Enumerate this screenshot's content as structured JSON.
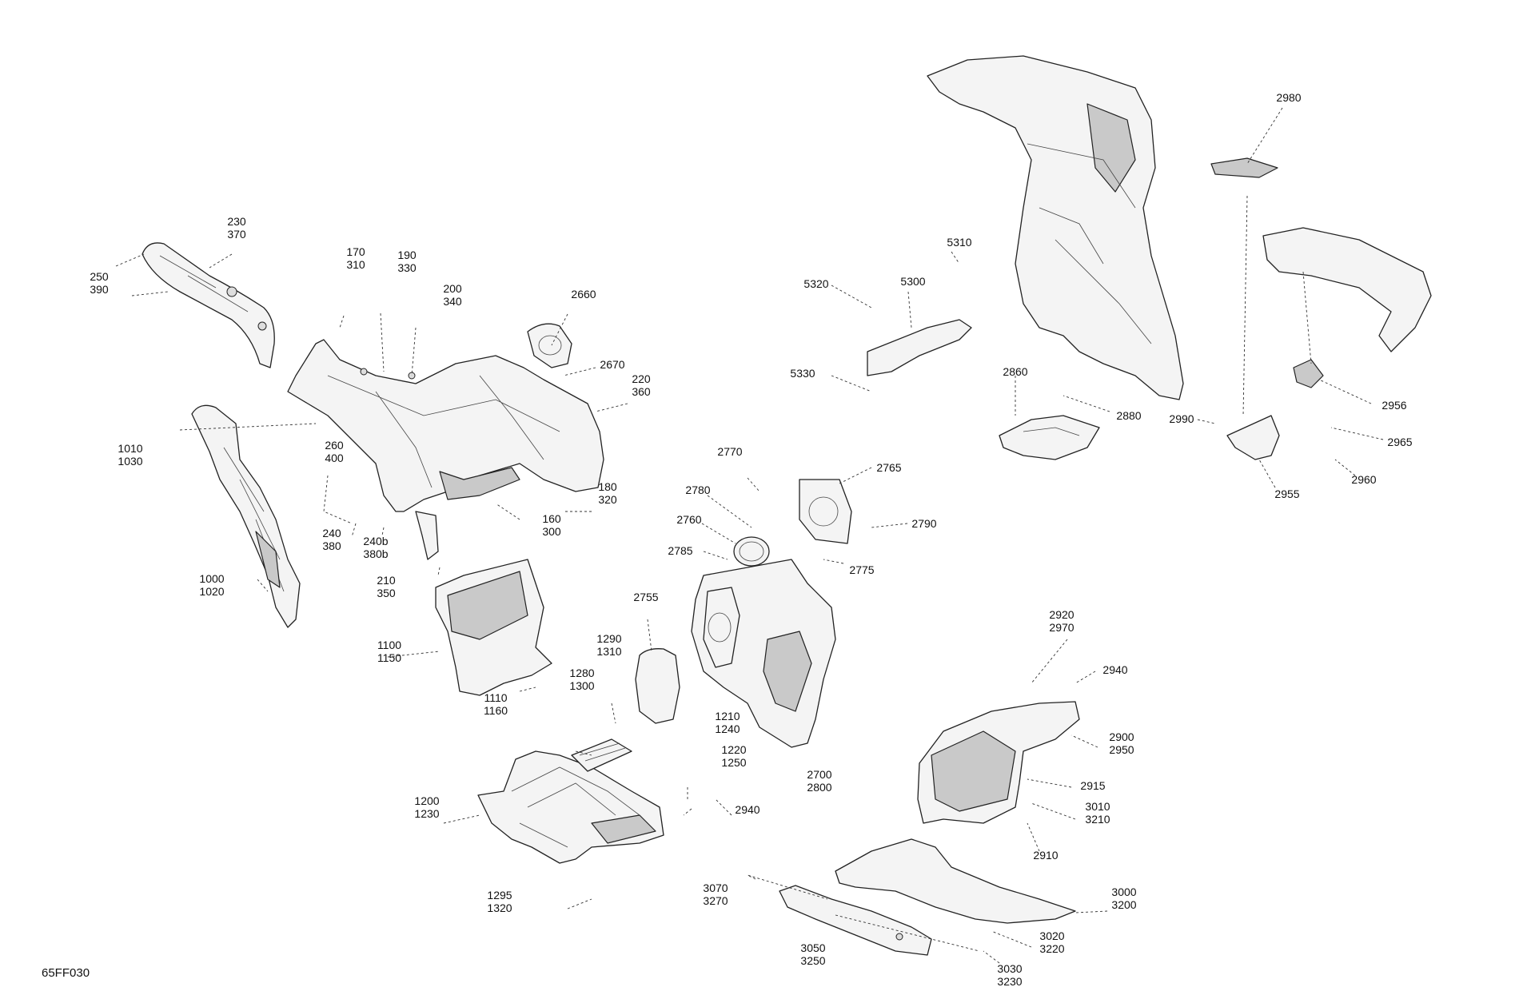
{
  "diagram": {
    "code": "65FF030",
    "labels": [
      {
        "id": "l-230-370",
        "lines": [
          "230",
          "370"
        ]
      },
      {
        "id": "l-250-390",
        "lines": [
          "250",
          "390"
        ]
      },
      {
        "id": "l-170-310",
        "lines": [
          "170",
          "310"
        ]
      },
      {
        "id": "l-190-330",
        "lines": [
          "190",
          "330"
        ]
      },
      {
        "id": "l-200-340",
        "lines": [
          "200",
          "340"
        ]
      },
      {
        "id": "l-2660",
        "lines": [
          "2660"
        ]
      },
      {
        "id": "l-2670",
        "lines": [
          "2670"
        ]
      },
      {
        "id": "l-220-360",
        "lines": [
          "220",
          "360"
        ]
      },
      {
        "id": "l-1010-1030",
        "lines": [
          "1010",
          "1030"
        ]
      },
      {
        "id": "l-260-400",
        "lines": [
          "260",
          "400"
        ]
      },
      {
        "id": "l-180-320",
        "lines": [
          "180",
          "320"
        ]
      },
      {
        "id": "l-160-300",
        "lines": [
          "160",
          "300"
        ]
      },
      {
        "id": "l-240-380",
        "lines": [
          "240",
          "380"
        ]
      },
      {
        "id": "l-240b-380b",
        "lines": [
          "240b",
          "380b"
        ]
      },
      {
        "id": "l-210-350",
        "lines": [
          "210",
          "350"
        ]
      },
      {
        "id": "l-1000-1020",
        "lines": [
          "1000",
          "1020"
        ]
      },
      {
        "id": "l-1100-1150",
        "lines": [
          "1100",
          "1150"
        ]
      },
      {
        "id": "l-1110-1160",
        "lines": [
          "1110",
          "1160"
        ]
      },
      {
        "id": "l-1290-1310",
        "lines": [
          "1290",
          "1310"
        ]
      },
      {
        "id": "l-1280-1300",
        "lines": [
          "1280",
          "1300"
        ]
      },
      {
        "id": "l-1210-1240",
        "lines": [
          "1210",
          "1240"
        ]
      },
      {
        "id": "l-1220-1250",
        "lines": [
          "1220",
          "1250"
        ]
      },
      {
        "id": "l-1200-1230",
        "lines": [
          "1200",
          "1230"
        ]
      },
      {
        "id": "l-2940a",
        "lines": [
          "2940"
        ]
      },
      {
        "id": "l-1295-1320",
        "lines": [
          "1295",
          "1320"
        ]
      },
      {
        "id": "l-2755",
        "lines": [
          "2755"
        ]
      },
      {
        "id": "l-2770",
        "lines": [
          "2770"
        ]
      },
      {
        "id": "l-2765",
        "lines": [
          "2765"
        ]
      },
      {
        "id": "l-2780",
        "lines": [
          "2780"
        ]
      },
      {
        "id": "l-2760",
        "lines": [
          "2760"
        ]
      },
      {
        "id": "l-2790",
        "lines": [
          "2790"
        ]
      },
      {
        "id": "l-2785",
        "lines": [
          "2785"
        ]
      },
      {
        "id": "l-2775",
        "lines": [
          "2775"
        ]
      },
      {
        "id": "l-2700-2800",
        "lines": [
          "2700",
          "2800"
        ]
      },
      {
        "id": "l-5310",
        "lines": [
          "5310"
        ]
      },
      {
        "id": "l-5320",
        "lines": [
          "5320"
        ]
      },
      {
        "id": "l-5300",
        "lines": [
          "5300"
        ]
      },
      {
        "id": "l-5330",
        "lines": [
          "5330"
        ]
      },
      {
        "id": "l-2860",
        "lines": [
          "2860"
        ]
      },
      {
        "id": "l-2880",
        "lines": [
          "2880"
        ]
      },
      {
        "id": "l-2980",
        "lines": [
          "2980"
        ]
      },
      {
        "id": "l-2990",
        "lines": [
          "2990"
        ]
      },
      {
        "id": "l-2956",
        "lines": [
          "2956"
        ]
      },
      {
        "id": "l-2965",
        "lines": [
          "2965"
        ]
      },
      {
        "id": "l-2955",
        "lines": [
          "2955"
        ]
      },
      {
        "id": "l-2960",
        "lines": [
          "2960"
        ]
      },
      {
        "id": "l-2920-2970",
        "lines": [
          "2920",
          "2970"
        ]
      },
      {
        "id": "l-2940b",
        "lines": [
          "2940"
        ]
      },
      {
        "id": "l-2900-2950",
        "lines": [
          "2900",
          "2950"
        ]
      },
      {
        "id": "l-2915",
        "lines": [
          "2915"
        ]
      },
      {
        "id": "l-3010-3210",
        "lines": [
          "3010",
          "3210"
        ]
      },
      {
        "id": "l-2910",
        "lines": [
          "2910"
        ]
      },
      {
        "id": "l-3070-3270",
        "lines": [
          "3070",
          "3270"
        ]
      },
      {
        "id": "l-3000-3200",
        "lines": [
          "3000",
          "3200"
        ]
      },
      {
        "id": "l-3020-3220",
        "lines": [
          "3020",
          "3220"
        ]
      },
      {
        "id": "l-3050-3250",
        "lines": [
          "3050",
          "3250"
        ]
      },
      {
        "id": "l-3030-3230",
        "lines": [
          "3030",
          "3230"
        ]
      }
    ]
  }
}
